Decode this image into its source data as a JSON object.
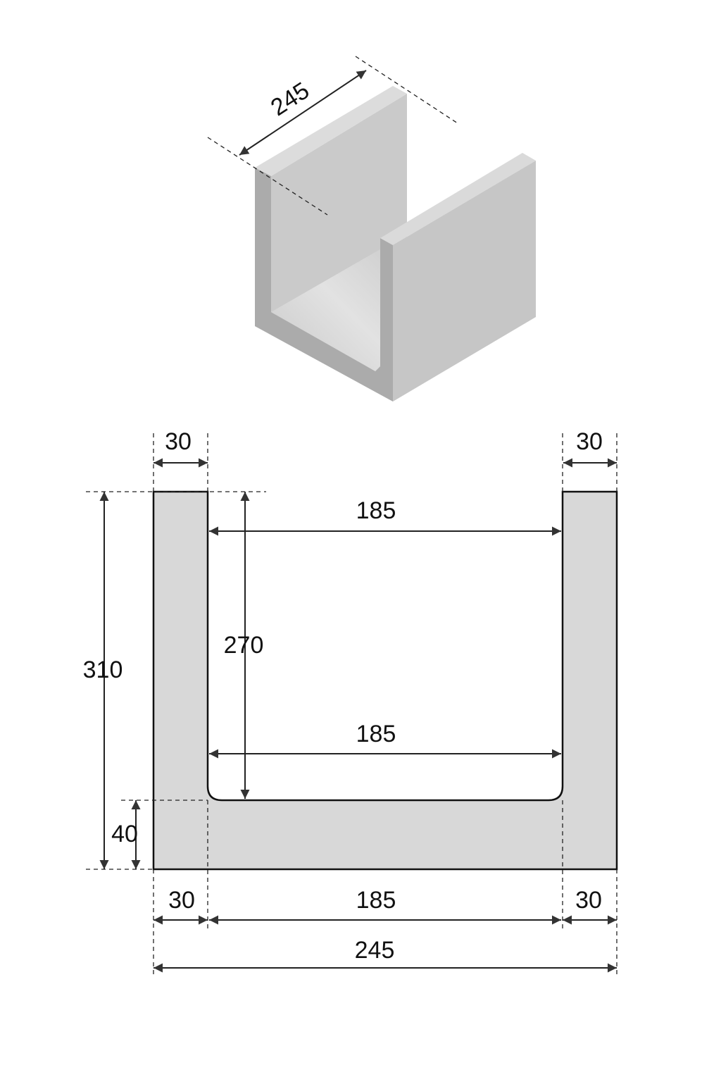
{
  "isometric_view": {
    "depth_label": "245"
  },
  "section_view": {
    "top_left_wall_label": "30",
    "top_right_wall_label": "30",
    "inner_width_top_label": "185",
    "inner_depth_label": "270",
    "total_height_label": "310",
    "inner_width_bottom_label": "185",
    "base_thickness_label": "40",
    "bottom_left_wall_label": "30",
    "bottom_inner_label": "185",
    "bottom_right_wall_label": "30",
    "total_width_label": "245"
  },
  "colors": {
    "section_fill": "#d8d8d8",
    "front_face": "#ababab",
    "face_light": "#cdcdcd",
    "outline": "#111111"
  }
}
